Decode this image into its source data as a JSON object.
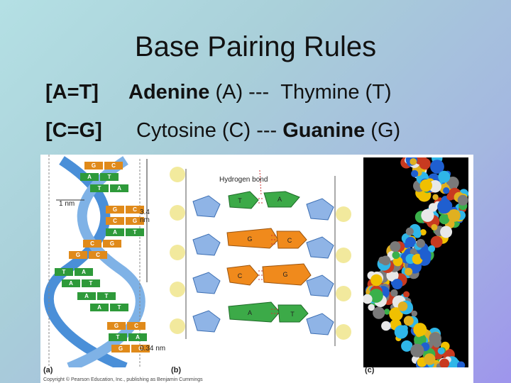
{
  "title": "Base Pairing Rules",
  "rules": [
    {
      "tag": "[A=T]",
      "name1": "Adenine",
      "abbr1": " (A) ---",
      "name2": "Thymine",
      "abbr2": " (T)",
      "bold1": true,
      "bold2": false
    },
    {
      "tag": "[C=G]",
      "name1": "Cytosine",
      "abbr1": " (C) ---",
      "name2": "Guanine",
      "abbr2": " (G)",
      "bold1": false,
      "bold2": true
    }
  ],
  "figure": {
    "panel_a": "(a)",
    "panel_b": "(b)",
    "panel_c": "(c)",
    "hydrogen_bond": "Hydrogen bond",
    "width_label": "1 nm",
    "pitch_label": "3.4\nnm",
    "pitch_line1": "3.4",
    "pitch_line2": "nm",
    "rise_label": "0.34 nm",
    "copyright": "Copyright © Pearson Education, Inc., publishing as Benjamin Cummings",
    "base_letters": [
      "G",
      "C",
      "A",
      "T",
      "C",
      "G",
      "T",
      "A"
    ],
    "colors": {
      "A": "#2e9a3a",
      "T": "#2e9a3a",
      "G": "#e08a1a",
      "C": "#e08a1a",
      "backbone": "#3b7fd0",
      "background": "#ffffff"
    }
  }
}
